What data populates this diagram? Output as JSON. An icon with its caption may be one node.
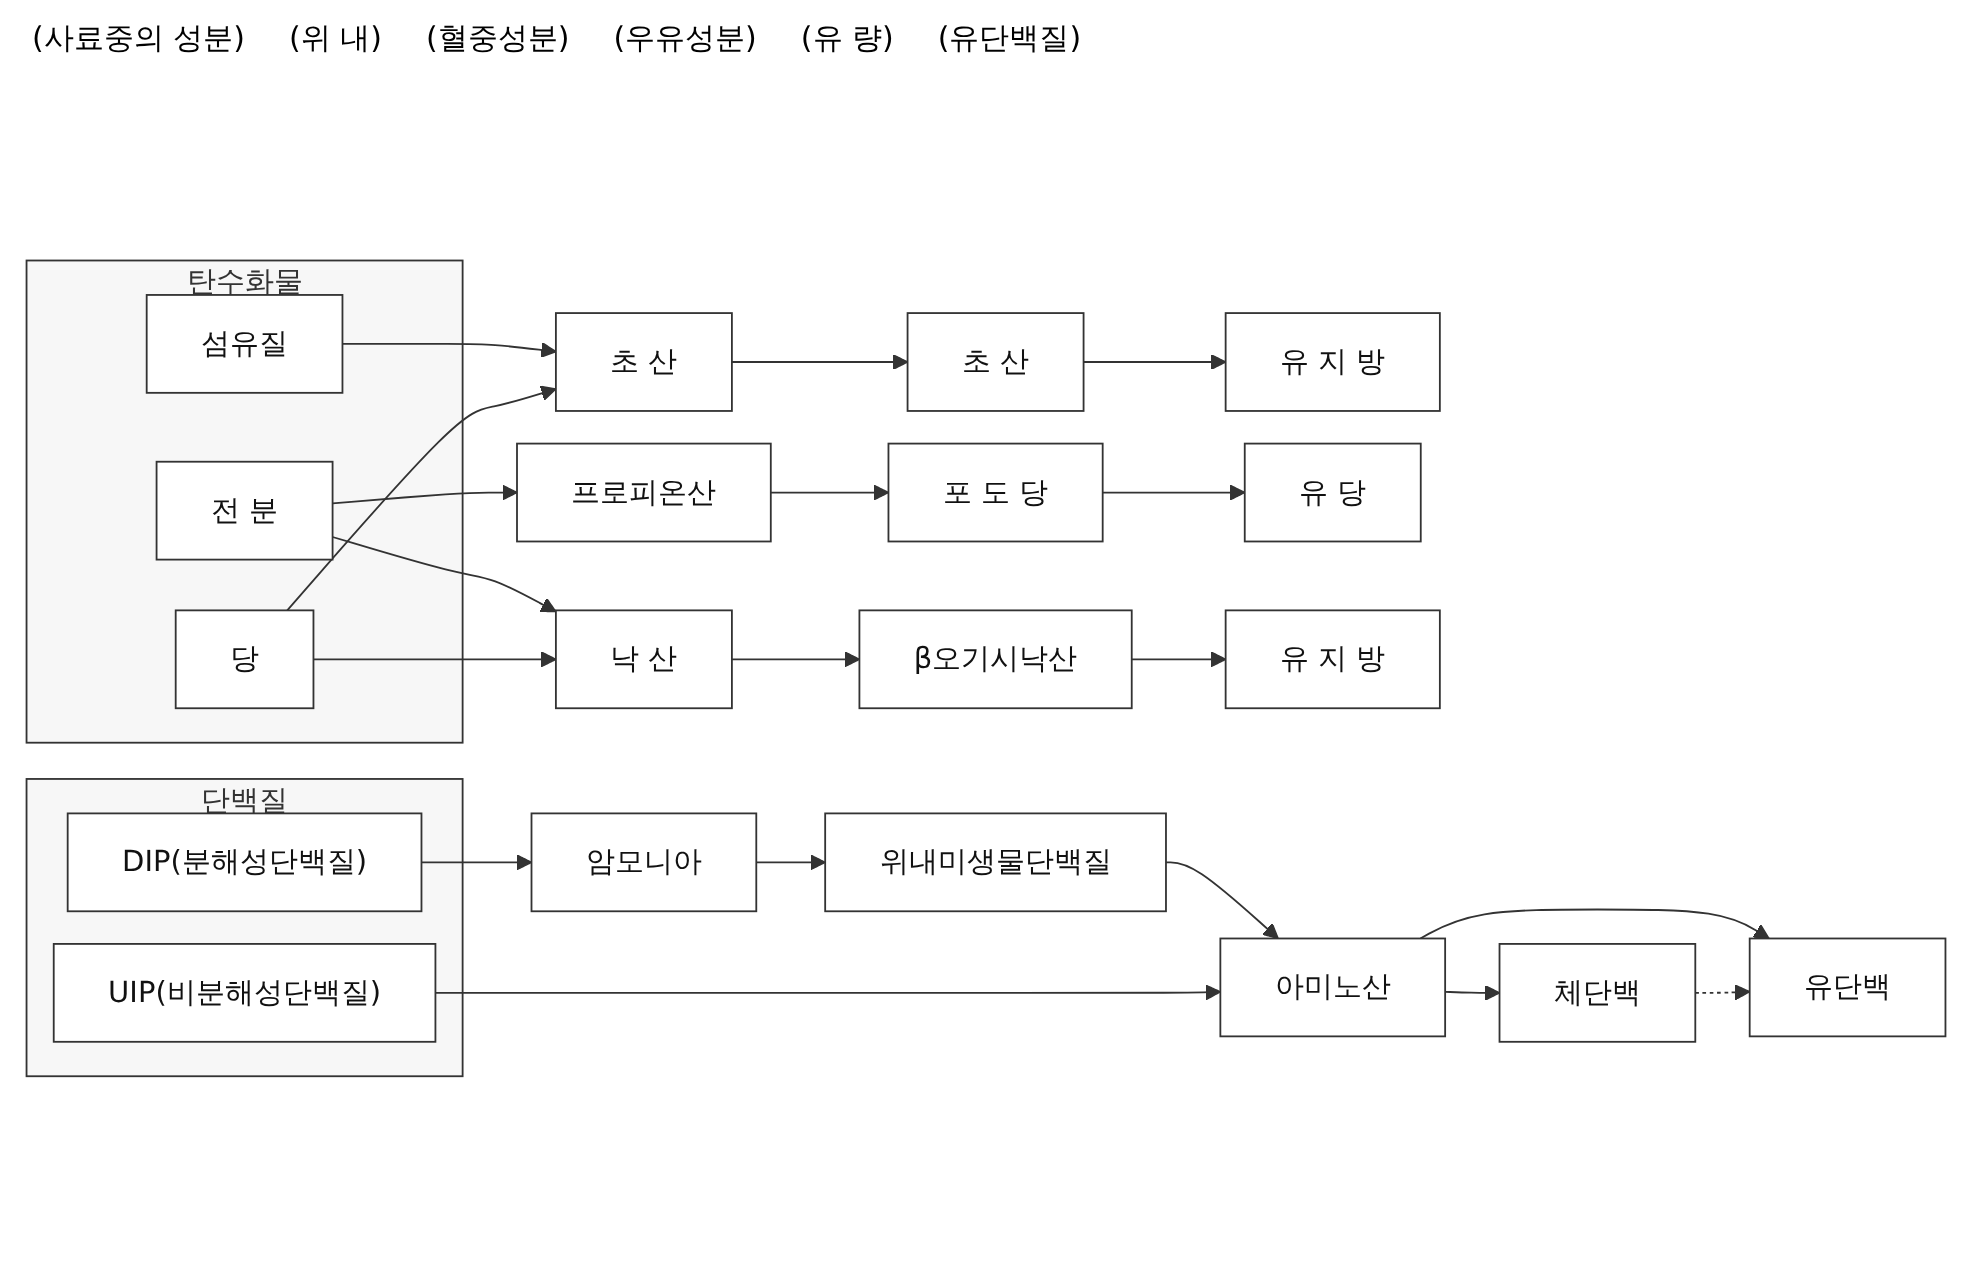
{
  "diagram": {
    "nodes": [
      {
        "text": [
          "탄수화물"
        ]
      },
      {
        "text": [
          "섬유질"
        ],
        "in": 0
      },
      {
        "text": [
          "전 분"
        ],
        "in": 0
      },
      {
        "text": [
          "당"
        ],
        "in": 0
      },
      {
        "text": [
          "초 산"
        ]
      },
      {
        "text": [
          "프로피온산"
        ]
      },
      {
        "text": [
          "낙 산"
        ]
      },
      {
        "text": [
          "초 산"
        ]
      },
      {
        "text": [
          "포 도 당"
        ]
      },
      {
        "text": [
          "β오기시낙산"
        ]
      },
      {
        "text": [
          "유 지 방"
        ]
      },
      {
        "text": [
          "유 당"
        ]
      },
      {
        "text": [
          "유 지 방"
        ]
      },
      {
        "text": [
          "단백질"
        ]
      },
      {
        "text": [
          "DIP(분해성단백질)"
        ],
        "in": 13
      },
      {
        "text": [
          "암모니아"
        ]
      },
      {
        "text": [
          "위내미생물단백질"
        ]
      },
      {
        "text": [
          "아미노산"
        ]
      },
      {
        "text": [
          "유단백"
        ]
      },
      {
        "text": [
          "UIP(비분해성단백질)"
        ],
        "in": 13
      },
      {
        "text": [
          "체단백"
        ]
      }
    ],
    "edges": [
      {
        "from": 1,
        "to": 4,
        "arrow": "to"
      },
      {
        "from": 3,
        "to": 4,
        "arrow": "to"
      },
      {
        "from": 2,
        "to": 5,
        "arrow": "to"
      },
      {
        "from": 2,
        "to": 6,
        "arrow": "to"
      },
      {
        "from": 3,
        "to": 6,
        "arrow": "to"
      },
      {
        "from": 4,
        "to": 7,
        "arrow": "to"
      },
      {
        "from": 7,
        "to": 10,
        "arrow": "to"
      },
      {
        "from": 5,
        "to": 8,
        "arrow": "to"
      },
      {
        "from": 8,
        "to": 11,
        "arrow": "to"
      },
      {
        "from": 6,
        "to": 9,
        "arrow": "to"
      },
      {
        "from": 9,
        "to": 12,
        "arrow": "to"
      },
      {
        "from": 14,
        "to": 15,
        "arrow": "to"
      },
      {
        "from": 15,
        "to": 16,
        "arrow": "to"
      },
      {
        "from": 16,
        "to": 17,
        "arrow": "to"
      },
      {
        "from": 17,
        "to": 18,
        "arrow": "to"
      },
      {
        "from": 17,
        "to": 20,
        "arrow": "to"
      },
      {
        "from": 19,
        "to": 17,
        "arrow": "to"
      },
      {
        "from": 20,
        "to": 18,
        "arrow": "to",
        "style": "dashed"
      }
    ],
    "labels": [
      "(사료중의 성분)",
      "(위 내)",
      "(혈중성분)",
      "(우유성분)",
      "(유 량)",
      "(유단백질)"
    ]
  }
}
